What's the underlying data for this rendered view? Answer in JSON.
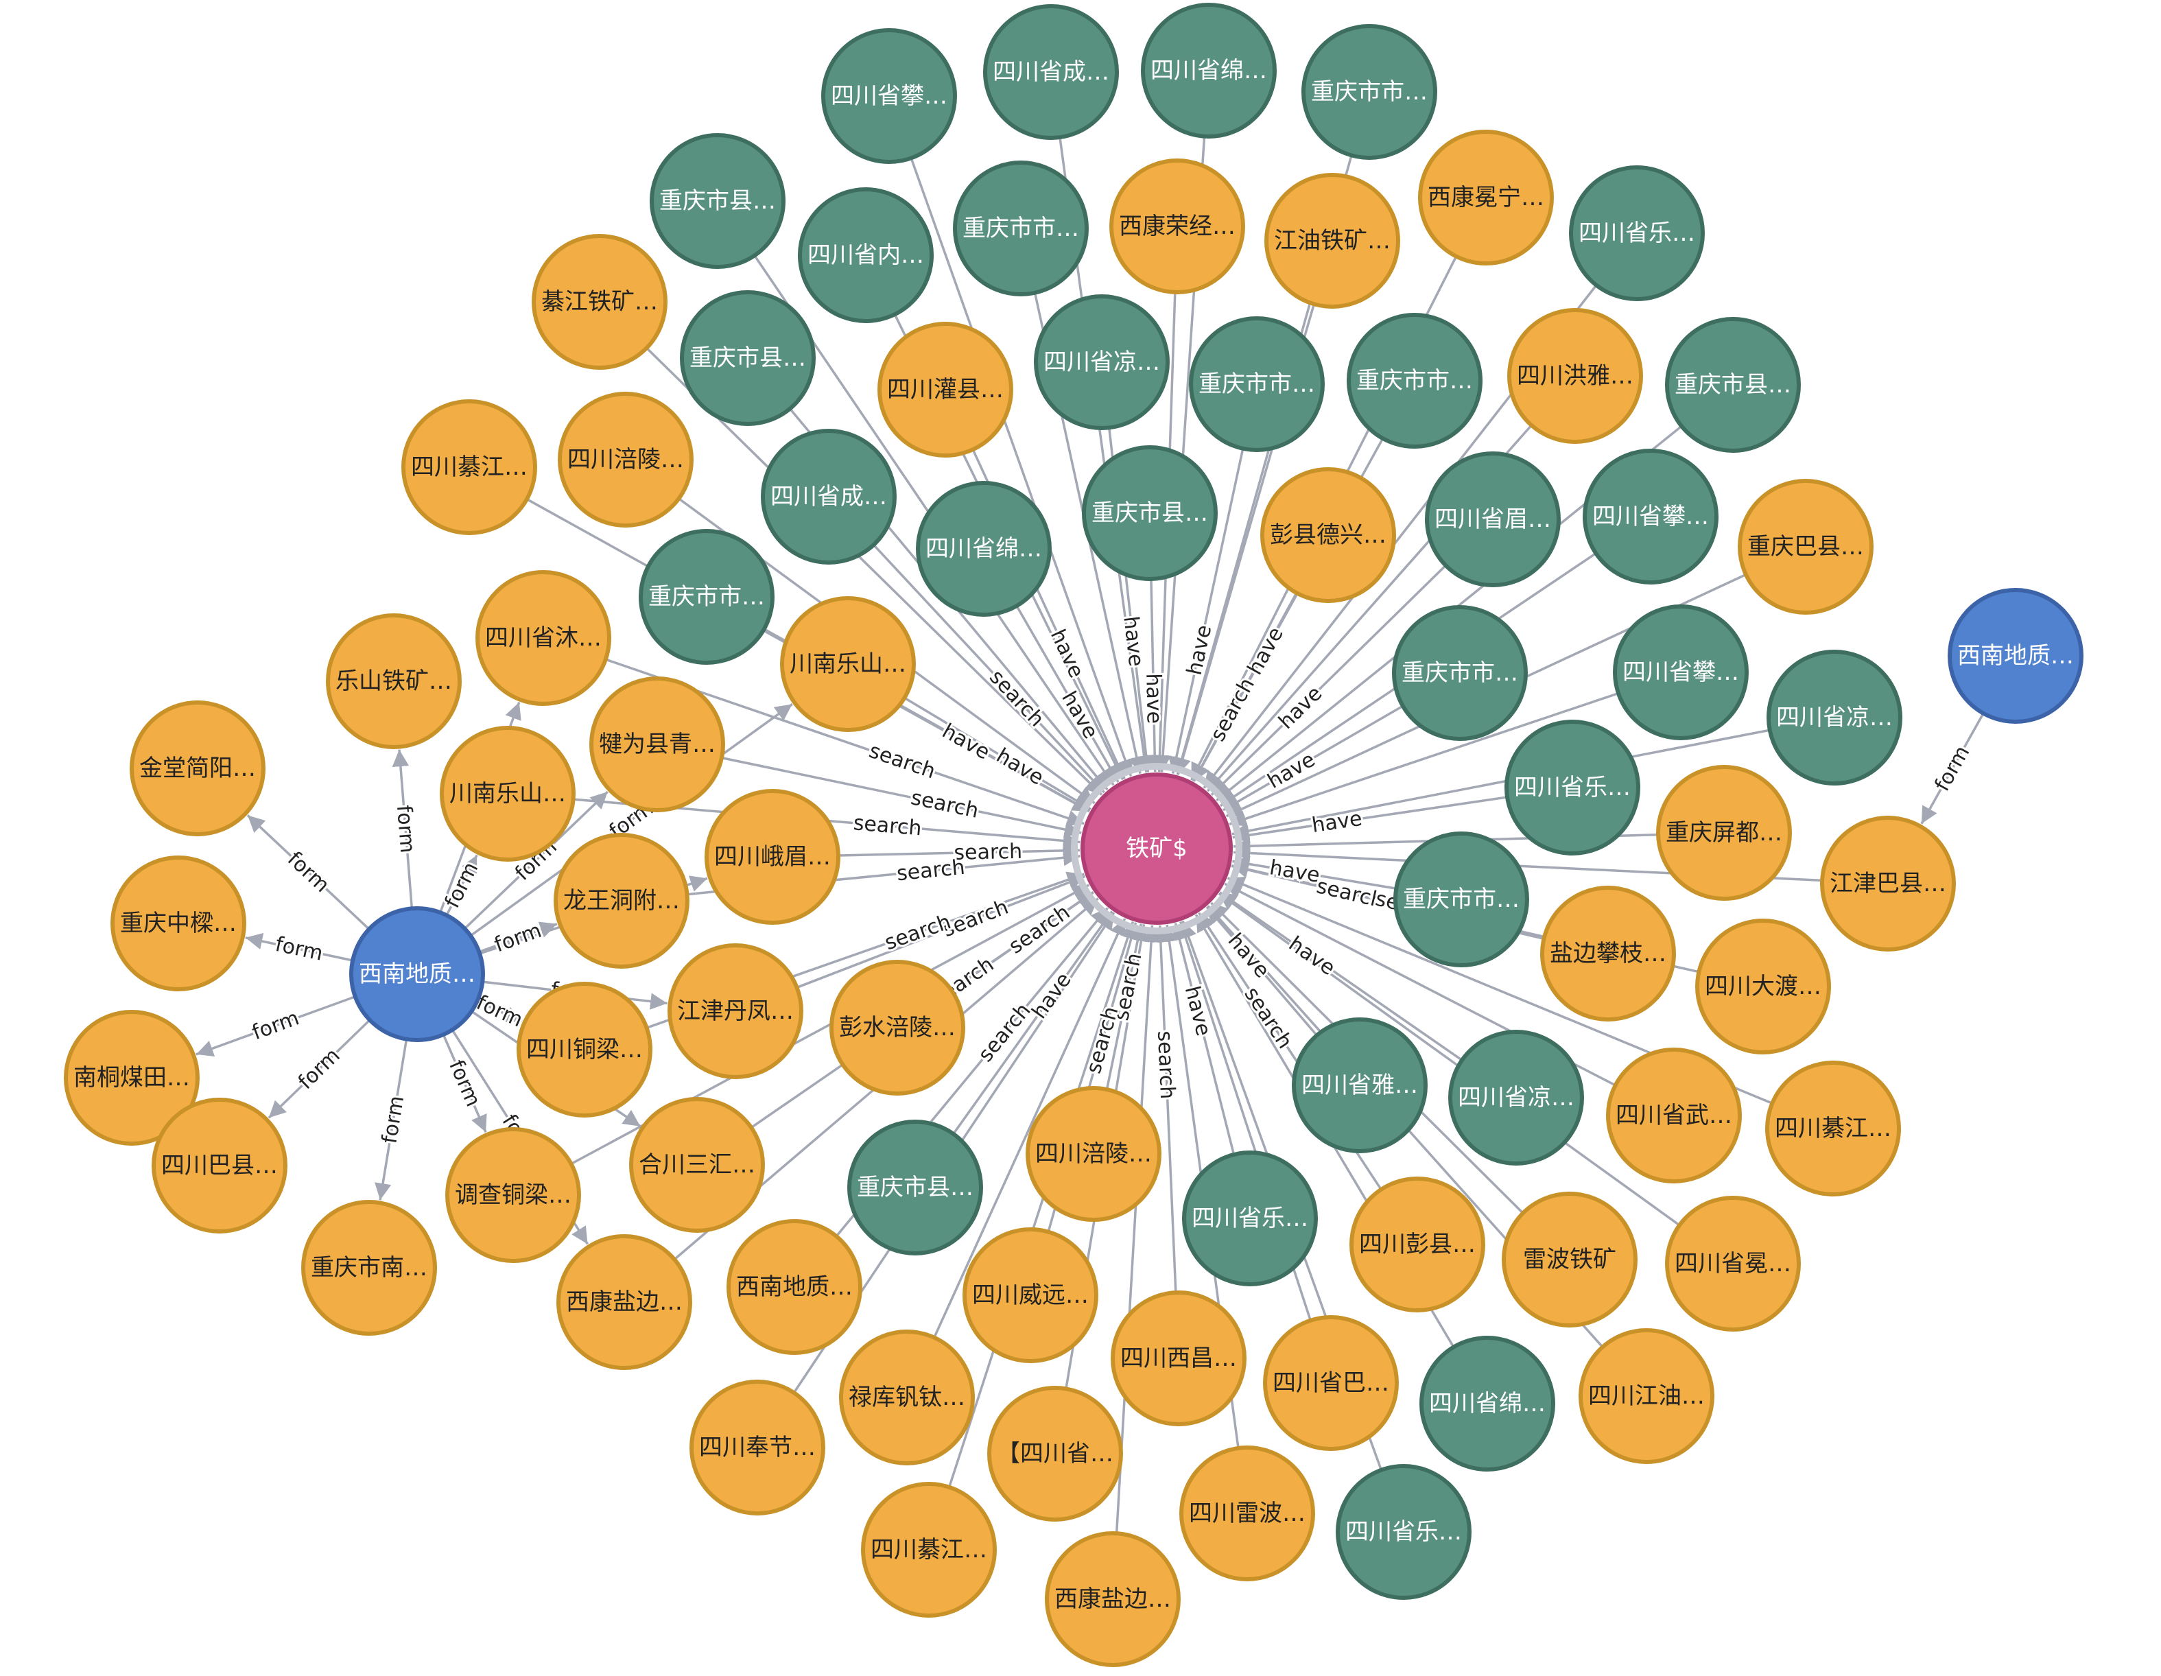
{
  "colors": {
    "ore": "#f2ae45",
    "ore_border": "#c99229",
    "geo": "#599180",
    "geo_border": "#3e6e5f",
    "org": "#5182cf",
    "org_border": "#3c63a8",
    "center": "#d1578f",
    "center_border": "#b03e74",
    "edge": "#a3a8b4"
  },
  "center": {
    "id": "c",
    "label": "铁矿$"
  },
  "nodes": [
    {
      "id": "g1",
      "label": "四川省攀…",
      "type": "geo"
    },
    {
      "id": "g2",
      "label": "四川省成…",
      "type": "geo"
    },
    {
      "id": "g3",
      "label": "四川省绵…",
      "type": "geo"
    },
    {
      "id": "g4",
      "label": "重庆市市…",
      "type": "geo"
    },
    {
      "id": "g5",
      "label": "重庆市县…",
      "type": "geo"
    },
    {
      "id": "g6",
      "label": "重庆市市…",
      "type": "geo"
    },
    {
      "id": "o1",
      "label": "西康荣经…",
      "type": "ore"
    },
    {
      "id": "o2",
      "label": "西康冕宁…",
      "type": "ore"
    },
    {
      "id": "g7",
      "label": "四川省乐…",
      "type": "geo"
    },
    {
      "id": "g8",
      "label": "四川省内…",
      "type": "geo"
    },
    {
      "id": "o3",
      "label": "江油铁矿…",
      "type": "ore"
    },
    {
      "id": "o4",
      "label": "綦江铁矿…",
      "type": "ore"
    },
    {
      "id": "g9",
      "label": "重庆市县…",
      "type": "geo"
    },
    {
      "id": "o5",
      "label": "四川灌县…",
      "type": "ore"
    },
    {
      "id": "g10",
      "label": "四川省凉…",
      "type": "geo"
    },
    {
      "id": "g11",
      "label": "重庆市市…",
      "type": "geo"
    },
    {
      "id": "g12",
      "label": "重庆市市…",
      "type": "geo"
    },
    {
      "id": "o6",
      "label": "四川洪雅…",
      "type": "ore"
    },
    {
      "id": "g13",
      "label": "重庆市县…",
      "type": "geo"
    },
    {
      "id": "o7",
      "label": "四川綦江…",
      "type": "ore"
    },
    {
      "id": "o8",
      "label": "四川涪陵…",
      "type": "ore"
    },
    {
      "id": "g14",
      "label": "四川省成…",
      "type": "geo"
    },
    {
      "id": "g15",
      "label": "重庆市县…",
      "type": "geo"
    },
    {
      "id": "o9",
      "label": "彭县德兴…",
      "type": "ore"
    },
    {
      "id": "g16",
      "label": "四川省眉…",
      "type": "geo"
    },
    {
      "id": "g17",
      "label": "四川省攀…",
      "type": "geo"
    },
    {
      "id": "o10",
      "label": "重庆巴县…",
      "type": "ore"
    },
    {
      "id": "g18",
      "label": "四川省绵…",
      "type": "geo"
    },
    {
      "id": "g19",
      "label": "重庆市市…",
      "type": "geo"
    },
    {
      "id": "o11",
      "label": "四川省沐…",
      "type": "ore"
    },
    {
      "id": "o12",
      "label": "川南乐山…",
      "type": "ore"
    },
    {
      "id": "g20",
      "label": "重庆市市…",
      "type": "geo"
    },
    {
      "id": "g21",
      "label": "四川省攀…",
      "type": "geo"
    },
    {
      "id": "b2",
      "label": "西南地质…",
      "type": "org"
    },
    {
      "id": "o13",
      "label": "乐山铁矿…",
      "type": "ore"
    },
    {
      "id": "o14",
      "label": "犍为县青…",
      "type": "ore"
    },
    {
      "id": "g22",
      "label": "四川省凉…",
      "type": "geo"
    },
    {
      "id": "o15",
      "label": "金堂简阳…",
      "type": "ore"
    },
    {
      "id": "o16",
      "label": "川南乐山…",
      "type": "ore"
    },
    {
      "id": "g23",
      "label": "四川省乐…",
      "type": "geo"
    },
    {
      "id": "o17",
      "label": "四川峨眉…",
      "type": "ore"
    },
    {
      "id": "o18",
      "label": "重庆屏都…",
      "type": "ore"
    },
    {
      "id": "o19",
      "label": "江津巴县…",
      "type": "ore"
    },
    {
      "id": "o20",
      "label": "重庆中樑…",
      "type": "ore"
    },
    {
      "id": "o21",
      "label": "龙王洞附…",
      "type": "ore"
    },
    {
      "id": "g24",
      "label": "重庆市市…",
      "type": "geo"
    },
    {
      "id": "b1",
      "label": "西南地质…",
      "type": "org"
    },
    {
      "id": "o22",
      "label": "盐边攀枝…",
      "type": "ore"
    },
    {
      "id": "o23",
      "label": "四川大渡…",
      "type": "ore"
    },
    {
      "id": "o24",
      "label": "江津丹凤…",
      "type": "ore"
    },
    {
      "id": "o25",
      "label": "彭水涪陵…",
      "type": "ore"
    },
    {
      "id": "o26",
      "label": "南桐煤田…",
      "type": "ore"
    },
    {
      "id": "o27",
      "label": "四川铜梁…",
      "type": "ore"
    },
    {
      "id": "g25",
      "label": "四川省雅…",
      "type": "geo"
    },
    {
      "id": "g26",
      "label": "四川省凉…",
      "type": "geo"
    },
    {
      "id": "o28",
      "label": "四川省武…",
      "type": "ore"
    },
    {
      "id": "o29",
      "label": "四川綦江…",
      "type": "ore"
    },
    {
      "id": "o30",
      "label": "四川巴县…",
      "type": "ore"
    },
    {
      "id": "o31",
      "label": "四川涪陵…",
      "type": "ore"
    },
    {
      "id": "o32",
      "label": "合川三汇…",
      "type": "ore"
    },
    {
      "id": "g27",
      "label": "重庆市县…",
      "type": "geo"
    },
    {
      "id": "o33",
      "label": "调查铜梁…",
      "type": "ore"
    },
    {
      "id": "g28",
      "label": "四川省乐…",
      "type": "geo"
    },
    {
      "id": "o34",
      "label": "四川彭县…",
      "type": "ore"
    },
    {
      "id": "o35",
      "label": "雷波铁矿",
      "type": "ore"
    },
    {
      "id": "o36",
      "label": "四川省冕…",
      "type": "ore"
    },
    {
      "id": "o37",
      "label": "重庆市南…",
      "type": "ore"
    },
    {
      "id": "o38",
      "label": "西南地质…",
      "type": "ore"
    },
    {
      "id": "o39",
      "label": "西康盐边…",
      "type": "ore"
    },
    {
      "id": "o40",
      "label": "四川威远…",
      "type": "ore"
    },
    {
      "id": "o41",
      "label": "四川西昌…",
      "type": "ore"
    },
    {
      "id": "o42",
      "label": "四川省巴…",
      "type": "ore"
    },
    {
      "id": "g29",
      "label": "四川省绵…",
      "type": "geo"
    },
    {
      "id": "o43",
      "label": "四川江油…",
      "type": "ore"
    },
    {
      "id": "o44",
      "label": "禄库钒钛…",
      "type": "ore"
    },
    {
      "id": "o45",
      "label": "四川奉节…",
      "type": "ore"
    },
    {
      "id": "o46",
      "label": "【四川省…",
      "type": "ore"
    },
    {
      "id": "o47",
      "label": "四川雷波…",
      "type": "ore"
    },
    {
      "id": "g30",
      "label": "四川省乐…",
      "type": "geo"
    },
    {
      "id": "o48",
      "label": "四川綦江…",
      "type": "ore"
    },
    {
      "id": "o49",
      "label": "西康盐边…",
      "type": "ore"
    }
  ],
  "edges": [
    {
      "s": "g1",
      "t": "c",
      "label": ""
    },
    {
      "s": "g2",
      "t": "c",
      "label": ""
    },
    {
      "s": "g3",
      "t": "c",
      "label": ""
    },
    {
      "s": "g4",
      "t": "c",
      "label": ""
    },
    {
      "s": "g5",
      "t": "c",
      "label": ""
    },
    {
      "s": "g6",
      "t": "c",
      "label": ""
    },
    {
      "s": "o1",
      "t": "c",
      "label": ""
    },
    {
      "s": "o2",
      "t": "c",
      "label": ""
    },
    {
      "s": "g7",
      "t": "c",
      "label": ""
    },
    {
      "s": "g8",
      "t": "c",
      "label": ""
    },
    {
      "s": "o3",
      "t": "c",
      "label": ""
    },
    {
      "s": "g9",
      "t": "c",
      "label": ""
    },
    {
      "s": "o5",
      "t": "c",
      "label": "have"
    },
    {
      "s": "g10",
      "t": "c",
      "label": "have"
    },
    {
      "s": "g11",
      "t": "c",
      "label": "have"
    },
    {
      "s": "g12",
      "t": "c",
      "label": "have"
    },
    {
      "s": "o6",
      "t": "c",
      "label": ""
    },
    {
      "s": "g13",
      "t": "c",
      "label": ""
    },
    {
      "s": "g14",
      "t": "c",
      "label": "search"
    },
    {
      "s": "g15",
      "t": "c",
      "label": "have"
    },
    {
      "s": "o9",
      "t": "c",
      "label": "search"
    },
    {
      "s": "g16",
      "t": "c",
      "label": "have"
    },
    {
      "s": "g17",
      "t": "c",
      "label": ""
    },
    {
      "s": "o10",
      "t": "c",
      "label": ""
    },
    {
      "s": "g18",
      "t": "c",
      "label": "have"
    },
    {
      "s": "g19",
      "t": "c",
      "label": "have"
    },
    {
      "s": "o8",
      "t": "c",
      "label": ""
    },
    {
      "s": "o7",
      "t": "c",
      "label": ""
    },
    {
      "s": "o12",
      "t": "c",
      "label": "have"
    },
    {
      "s": "g20",
      "t": "c",
      "label": "have"
    },
    {
      "s": "g21",
      "t": "c",
      "label": ""
    },
    {
      "s": "o14",
      "t": "c",
      "label": "search"
    },
    {
      "s": "g22",
      "t": "c",
      "label": ""
    },
    {
      "s": "o11",
      "t": "c",
      "label": "search"
    },
    {
      "s": "o16",
      "t": "c",
      "label": "search"
    },
    {
      "s": "g23",
      "t": "c",
      "label": "have"
    },
    {
      "s": "o17",
      "t": "c",
      "label": "search"
    },
    {
      "s": "o18",
      "t": "c",
      "label": ""
    },
    {
      "s": "o19",
      "t": "c",
      "label": "search"
    },
    {
      "s": "o21",
      "t": "c",
      "label": "search"
    },
    {
      "s": "g24",
      "t": "c",
      "label": "have"
    },
    {
      "s": "o22",
      "t": "c",
      "label": "search"
    },
    {
      "s": "o23",
      "t": "c",
      "label": "search"
    },
    {
      "s": "o24",
      "t": "c",
      "label": "search"
    },
    {
      "s": "o25",
      "t": "c",
      "label": "search"
    },
    {
      "s": "o27",
      "t": "c",
      "label": "search"
    },
    {
      "s": "g25",
      "t": "c",
      "label": "have"
    },
    {
      "s": "g26",
      "t": "c",
      "label": "have"
    },
    {
      "s": "o28",
      "t": "c",
      "label": ""
    },
    {
      "s": "o29",
      "t": "c",
      "label": ""
    },
    {
      "s": "o31",
      "t": "c",
      "label": "search"
    },
    {
      "s": "o32",
      "t": "c",
      "label": "search"
    },
    {
      "s": "g27",
      "t": "c",
      "label": "have"
    },
    {
      "s": "o33",
      "t": "c",
      "label": ""
    },
    {
      "s": "g28",
      "t": "c",
      "label": "have"
    },
    {
      "s": "o34",
      "t": "c",
      "label": "search"
    },
    {
      "s": "o35",
      "t": "c",
      "label": ""
    },
    {
      "s": "o36",
      "t": "c",
      "label": ""
    },
    {
      "s": "o38",
      "t": "c",
      "label": "search"
    },
    {
      "s": "o39",
      "t": "c",
      "label": ""
    },
    {
      "s": "o40",
      "t": "c",
      "label": "search"
    },
    {
      "s": "o41",
      "t": "c",
      "label": "search"
    },
    {
      "s": "o42",
      "t": "c",
      "label": ""
    },
    {
      "s": "g29",
      "t": "c",
      "label": ""
    },
    {
      "s": "o43",
      "t": "c",
      "label": ""
    },
    {
      "s": "o44",
      "t": "c",
      "label": ""
    },
    {
      "s": "o45",
      "t": "c",
      "label": ""
    },
    {
      "s": "o46",
      "t": "c",
      "label": ""
    },
    {
      "s": "o47",
      "t": "c",
      "label": ""
    },
    {
      "s": "g30",
      "t": "c",
      "label": ""
    },
    {
      "s": "o48",
      "t": "c",
      "label": ""
    },
    {
      "s": "o49",
      "t": "c",
      "label": "search"
    },
    {
      "s": "o4",
      "t": "c",
      "label": ""
    },
    {
      "s": "b1",
      "t": "o13",
      "label": "form"
    },
    {
      "s": "b1",
      "t": "o15",
      "label": "form"
    },
    {
      "s": "b1",
      "t": "o20",
      "label": "form"
    },
    {
      "s": "b1",
      "t": "o26",
      "label": "form"
    },
    {
      "s": "b1",
      "t": "o30",
      "label": "form"
    },
    {
      "s": "b1",
      "t": "o37",
      "label": "form"
    },
    {
      "s": "b1",
      "t": "o33",
      "label": "form"
    },
    {
      "s": "b1",
      "t": "o27",
      "label": "form"
    },
    {
      "s": "b1",
      "t": "o24",
      "label": "form"
    },
    {
      "s": "b1",
      "t": "o21",
      "label": "form"
    },
    {
      "s": "b1",
      "t": "o16",
      "label": "form"
    },
    {
      "s": "b1",
      "t": "o11",
      "label": "form"
    },
    {
      "s": "b1",
      "t": "o14",
      "label": "form"
    },
    {
      "s": "b1",
      "t": "o32",
      "label": "form"
    },
    {
      "s": "b1",
      "t": "o39",
      "label": "form"
    },
    {
      "s": "b1",
      "t": "o12",
      "label": "form"
    },
    {
      "s": "b1",
      "t": "o17",
      "label": "form"
    },
    {
      "s": "b2",
      "t": "o19",
      "label": "form"
    }
  ]
}
